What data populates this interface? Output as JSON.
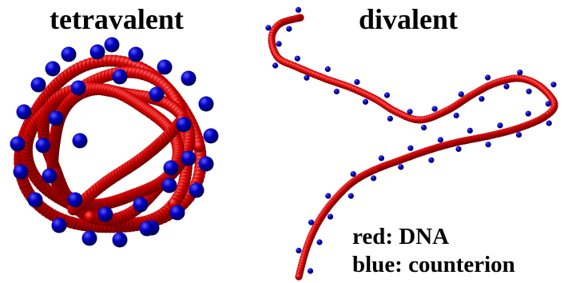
{
  "panels": {
    "left_title": "tetravalent",
    "right_title": "divalent"
  },
  "legend": {
    "red_line": "red: DNA",
    "blue_line": "blue: counterion"
  },
  "colors": {
    "dna": "#cc0000",
    "counterion": "#0000b3",
    "background": "#ffffff",
    "text": "#000000"
  }
}
